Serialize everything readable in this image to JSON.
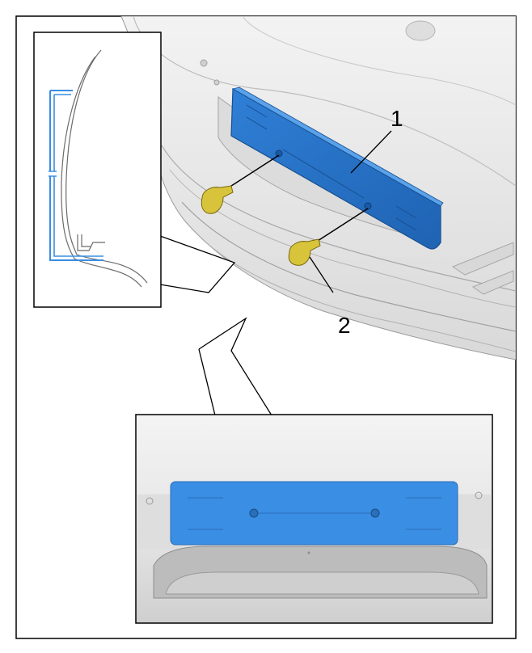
{
  "colors": {
    "part_blue": "#3a8ee3",
    "part_blue_dark": "#1f5fa8",
    "screw_yellow": "#d8c43a",
    "body_grey": "#e6e6e6",
    "line": "#000000"
  },
  "callouts": [
    {
      "number": "1"
    },
    {
      "number": "2"
    }
  ],
  "views": {
    "main": "isometric-bumper-view",
    "detail_section": "cross-section-inset",
    "detail_front": "front-view-inset"
  }
}
